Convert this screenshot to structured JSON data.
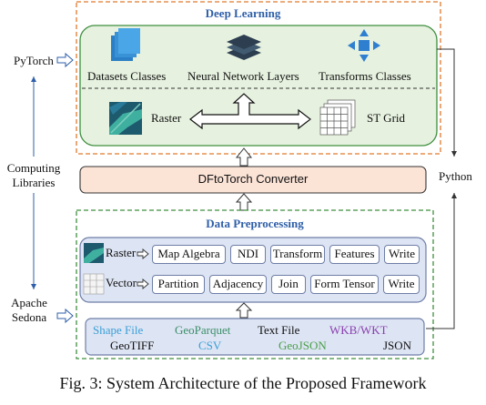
{
  "deep_learning": {
    "title": "Deep Learning",
    "datasets": "Datasets Classes",
    "nn_layers": "Neural Network Layers",
    "transforms": "Transforms Classes",
    "raster": "Raster",
    "st_grid": "ST Grid"
  },
  "converter": {
    "label": "DFtoTorch Converter"
  },
  "data_preprocessing": {
    "title": "Data Preprocessing",
    "raster_label": "Raster",
    "raster_ops": [
      "Map Algebra",
      "NDI",
      "Transform",
      "Features",
      "Write"
    ],
    "vector_label": "Vector",
    "vector_ops": [
      "Partition",
      "Adjacency",
      "Join",
      "Form Tensor",
      "Write"
    ]
  },
  "formats": {
    "shape_file": "Shape File",
    "geoparquet": "GeoParquet",
    "text_file": "Text File",
    "wkb_wkt": "WKB/WKT",
    "geotiff": "GeoTIFF",
    "csv": "CSV",
    "geojson": "GeoJSON",
    "json": "JSON"
  },
  "side": {
    "pytorch": "PyTorch",
    "computing_libraries": "Computing\nLibraries",
    "apache_sedona": "Apache\nSedona",
    "python": "Python"
  },
  "caption": "Fig. 3: System Architecture of the Proposed Framework",
  "colors": {
    "orange": "#e07a2c",
    "green": "#3f8f3f",
    "blue_title": "#2f5fa8",
    "panel_green": "#e6f1df",
    "panel_blue": "#dde4f3",
    "converter_fill": "#fbe3d6",
    "shape_file": "#3a9fd8",
    "geoparquet": "#3a8f6a",
    "wkb_wkt": "#8a3fb0",
    "csv": "#3a9fd8",
    "geojson": "#4aa04a"
  }
}
